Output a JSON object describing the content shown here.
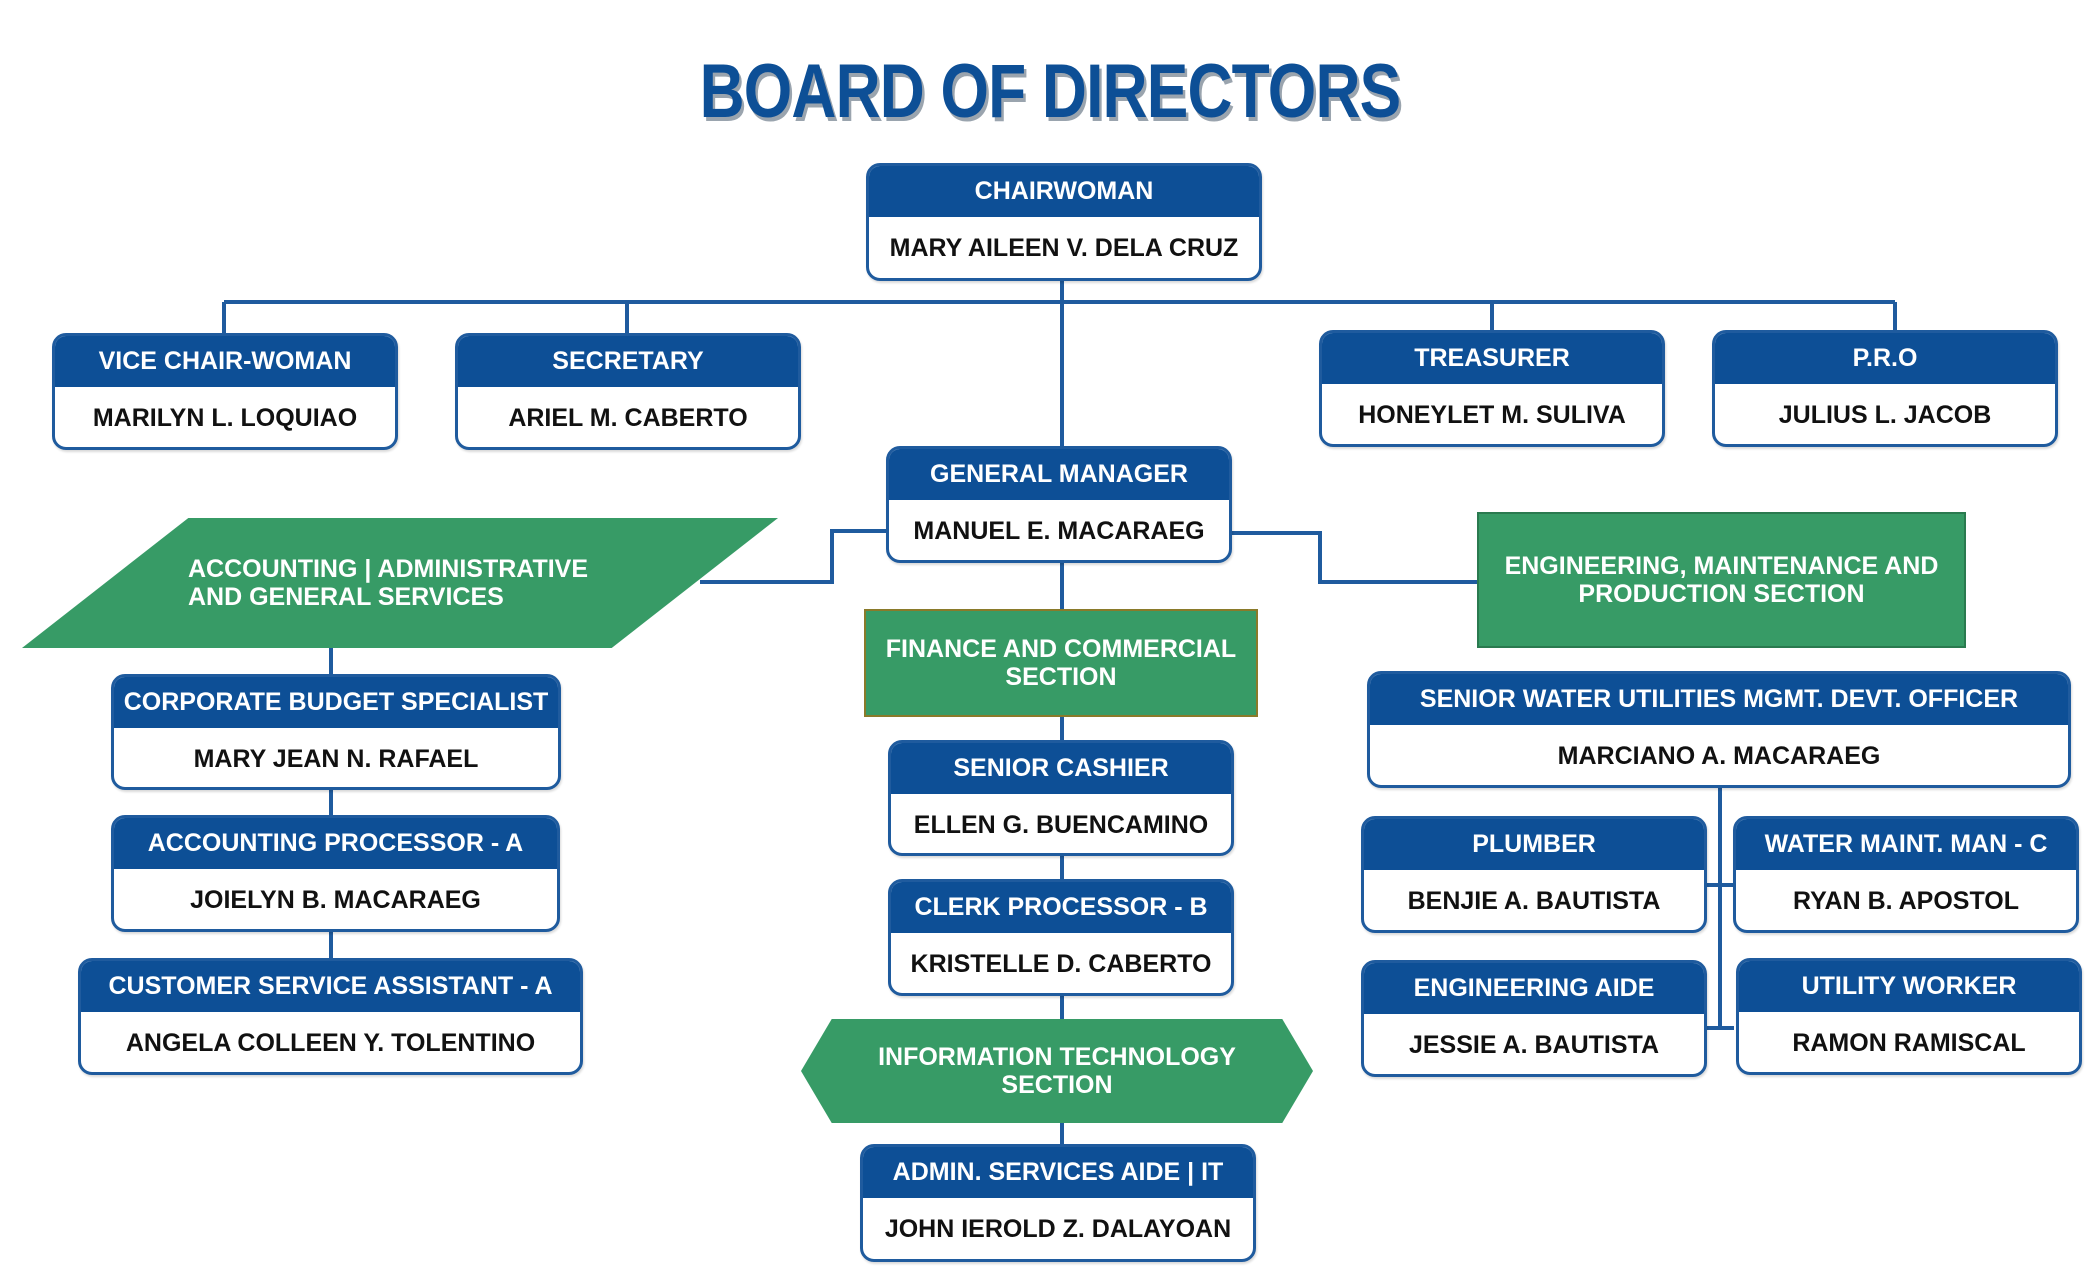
{
  "title": "BOARD OF DIRECTORS",
  "colors": {
    "header_blue": "#0d4f96",
    "border_blue": "#1f5b9e",
    "section_green": "#379b66",
    "line_blue": "#1f5b9e"
  },
  "board": {
    "chairwoman": {
      "role": "CHAIRWOMAN",
      "name": "MARY AILEEN V. DELA CRUZ"
    },
    "vice_chair": {
      "role": "VICE CHAIR-WOMAN",
      "name": "MARILYN L. LOQUIAO"
    },
    "secretary": {
      "role": "SECRETARY",
      "name": "ARIEL M. CABERTO"
    },
    "treasurer": {
      "role": "TREASURER",
      "name": "HONEYLET M. SULIVA"
    },
    "pro": {
      "role": "P.R.O",
      "name": "JULIUS L. JACOB"
    }
  },
  "general_manager": {
    "role": "GENERAL MANAGER",
    "name": "MANUEL E. MACARAEG"
  },
  "admin_section": {
    "label_line1": "ACCOUNTING | ADMINISTRATIVE",
    "label_line2": "AND GENERAL SERVICES",
    "members": [
      {
        "role": "CORPORATE BUDGET SPECIALIST",
        "name": "MARY JEAN N. RAFAEL"
      },
      {
        "role": "ACCOUNTING PROCESSOR - A",
        "name": "JOIELYN B. MACARAEG"
      },
      {
        "role": "CUSTOMER SERVICE ASSISTANT - A",
        "name": "ANGELA COLLEEN Y. TOLENTINO"
      }
    ]
  },
  "finance_section": {
    "label_line1": "FINANCE AND COMMERCIAL",
    "label_line2": "SECTION",
    "members": [
      {
        "role": "SENIOR CASHIER",
        "name": "ELLEN G. BUENCAMINO"
      },
      {
        "role": "CLERK PROCESSOR - B",
        "name": "KRISTELLE D. CABERTO"
      }
    ]
  },
  "it_section": {
    "label_line1": "INFORMATION TECHNOLOGY",
    "label_line2": "SECTION",
    "members": [
      {
        "role": "ADMIN. SERVICES AIDE | IT",
        "name": "JOHN IEROLD Z. DALAYOAN"
      }
    ]
  },
  "engineering_section": {
    "label_line1": "ENGINEERING, MAINTENANCE AND",
    "label_line2": "PRODUCTION SECTION",
    "head": {
      "role": "SENIOR WATER UTILITIES MGMT. DEVT. OFFICER",
      "name": "MARCIANO A. MACARAEG"
    },
    "members": [
      {
        "role": "PLUMBER",
        "name": "BENJIE A. BAUTISTA"
      },
      {
        "role": "WATER MAINT. MAN - C",
        "name": "RYAN B. APOSTOL"
      },
      {
        "role": "ENGINEERING AIDE",
        "name": "JESSIE A. BAUTISTA"
      },
      {
        "role": "UTILITY WORKER",
        "name": "RAMON RAMISCAL"
      }
    ]
  }
}
